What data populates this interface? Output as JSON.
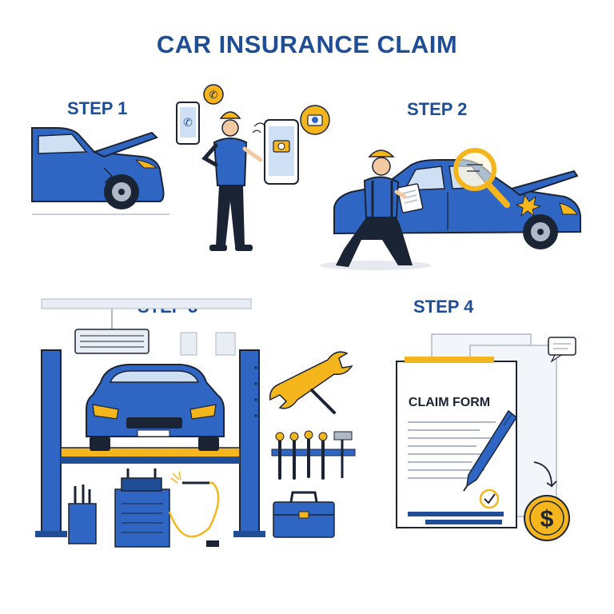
{
  "title": "CAR INSURANCE CLAIM",
  "steps": [
    {
      "label": "STEP 1"
    },
    {
      "label": "STEP 2"
    },
    {
      "label": "STEP 3"
    },
    {
      "label": "STEP 4"
    }
  ],
  "form": {
    "title": "CLAIM FORM"
  },
  "colors": {
    "navy": "#1f4e96",
    "blue": "#2f66c4",
    "dark": "#1b2434",
    "yellow": "#f5b51d",
    "light": "#e9eef5"
  },
  "icons": [
    "phone-icon",
    "camera-icon",
    "magnifier-icon",
    "wrench-icon",
    "toolbox-icon",
    "pen-icon",
    "checkmark-icon",
    "dollar-coin-icon",
    "chat-bubble-icon"
  ]
}
